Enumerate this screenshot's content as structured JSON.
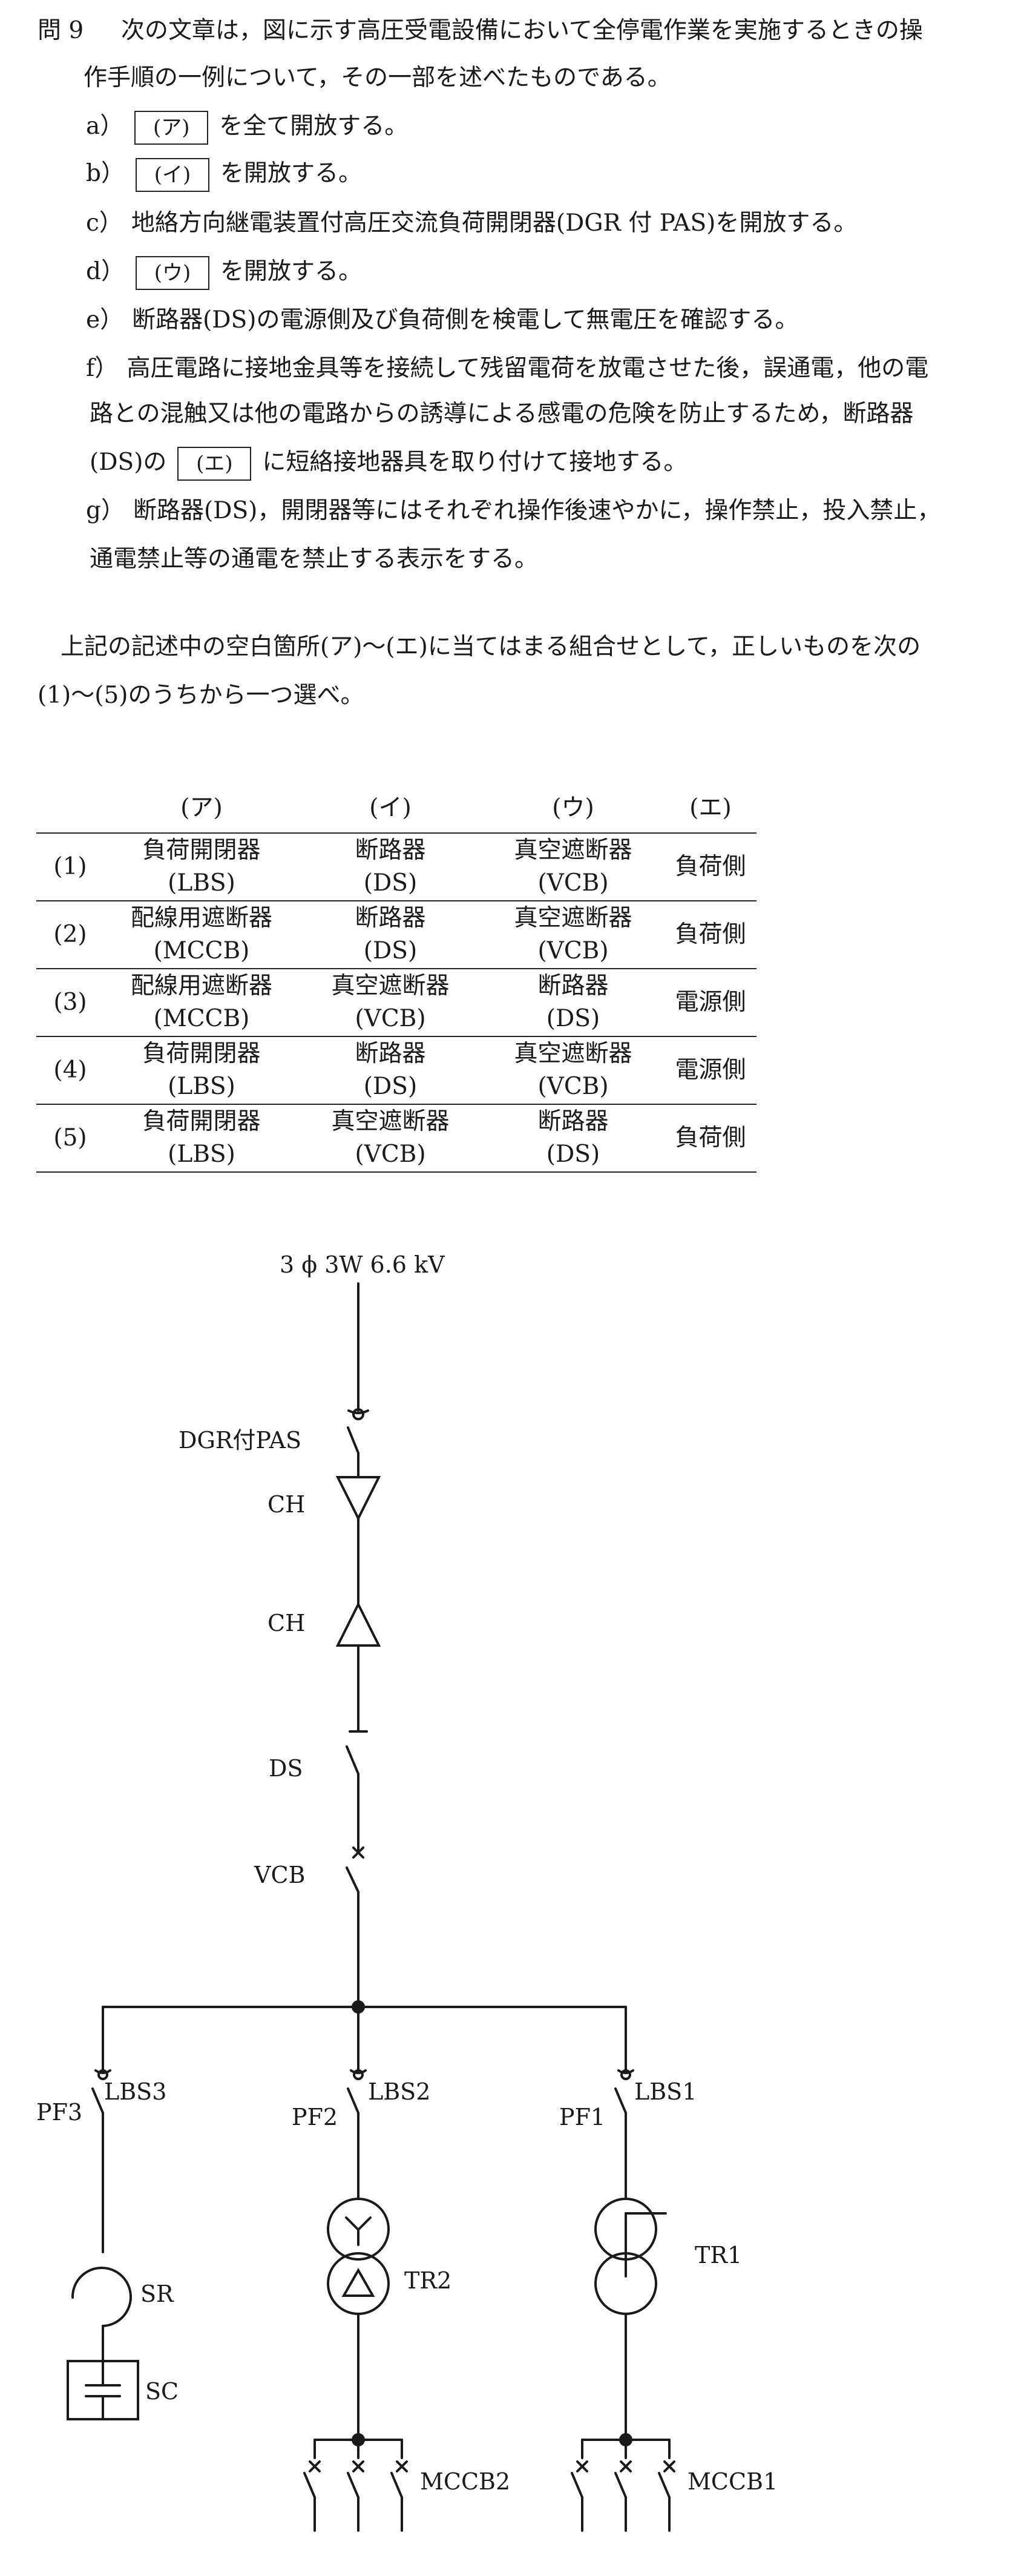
{
  "question": {
    "number": "問 9",
    "intro_line1": "次の文章は，図に示す高圧受電設備において全停電作業を実施するときの操",
    "intro_line2": "作手順の一例について，その一部を述べたものである。",
    "steps": {
      "a_label": "a）",
      "a_box": "(ア)",
      "a_text": "を全て開放する。",
      "b_label": "b）",
      "b_box": "(イ)",
      "b_text": "を開放する。",
      "c_label": "c）",
      "c_text": "地絡方向継電装置付高圧交流負荷開閉器(DGR 付 PAS)を開放する。",
      "d_label": "d）",
      "d_box": "(ウ)",
      "d_text": "を開放する。",
      "e_label": "e）",
      "e_text": "断路器(DS)の電源側及び負荷側を検電して無電圧を確認する。",
      "f_label": "f）",
      "f_line1": "高圧電路に接地金具等を接続して残留電荷を放電させた後，誤通電，他の電",
      "f_line2": "路との混触又は他の電路からの誘導による感電の危険を防止するため，断路器",
      "f_line3_pre": "(DS)の",
      "f_box": "(エ)",
      "f_line3_post": "に短絡接地器具を取り付けて接地する。",
      "g_label": "g）",
      "g_line1": "断路器(DS)，開閉器等にはそれぞれ操作後速やかに，操作禁止，投入禁止，",
      "g_line2": "通電禁止等の通電を禁止する表示をする。"
    },
    "prompt_line1": "上記の記述中の空白箇所(ア)～(エ)に当てはまる組合せとして，正しいものを次の",
    "prompt_line2": "(1)～(5)のうちから一つ選べ。"
  },
  "answer_table": {
    "headers": [
      "",
      "(ア)",
      "(イ)",
      "(ウ)",
      "(エ)"
    ],
    "rows": [
      {
        "num": "(1)",
        "a1": "負荷開閉器",
        "a2": "(LBS)",
        "b1": "断路器",
        "b2": "(DS)",
        "c1": "真空遮断器",
        "c2": "(VCB)",
        "d": "負荷側"
      },
      {
        "num": "(2)",
        "a1": "配線用遮断器",
        "a2": "(MCCB)",
        "b1": "断路器",
        "b2": "(DS)",
        "c1": "真空遮断器",
        "c2": "(VCB)",
        "d": "負荷側"
      },
      {
        "num": "(3)",
        "a1": "配線用遮断器",
        "a2": "(MCCB)",
        "b1": "真空遮断器",
        "b2": "(VCB)",
        "c1": "断路器",
        "c2": "(DS)",
        "d": "電源側"
      },
      {
        "num": "(4)",
        "a1": "負荷開閉器",
        "a2": "(LBS)",
        "b1": "断路器",
        "b2": "(DS)",
        "c1": "真空遮断器",
        "c2": "(VCB)",
        "d": "電源側"
      },
      {
        "num": "(5)",
        "a1": "負荷開閉器",
        "a2": "(LBS)",
        "b1": "真空遮断器",
        "b2": "(VCB)",
        "c1": "断路器",
        "c2": "(DS)",
        "d": "負荷側"
      }
    ]
  },
  "diagram": {
    "supply": "3 ϕ 3W 6.6 kV",
    "pas": "DGR付PAS",
    "ch1": "CH",
    "ch2": "CH",
    "ds": "DS",
    "vcb": "VCB",
    "pf3": "PF3",
    "lbs3": "LBS3",
    "pf2": "PF2",
    "lbs2": "LBS2",
    "pf1": "PF1",
    "lbs1": "LBS1",
    "sr": "SR",
    "sc": "SC",
    "tr2": "TR2",
    "tr1": "TR1",
    "mccb2": "MCCB2",
    "mccb1": "MCCB1"
  }
}
